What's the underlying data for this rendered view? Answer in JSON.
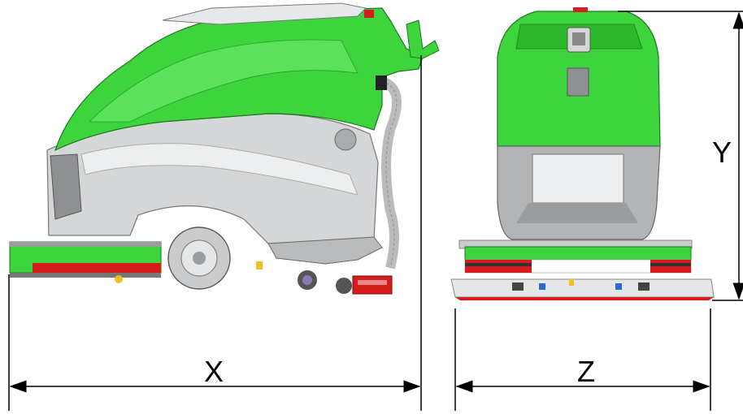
{
  "dimensions": {
    "x_label": "X",
    "y_label": "Y",
    "z_label": "Z"
  },
  "colors": {
    "body_green": "#3ed43e",
    "body_green_dark": "#23a823",
    "body_grey": "#d4d6d8",
    "body_grey_dark": "#9a9c9e",
    "squeegee_red": "#d61c1c",
    "line": "#000000"
  }
}
